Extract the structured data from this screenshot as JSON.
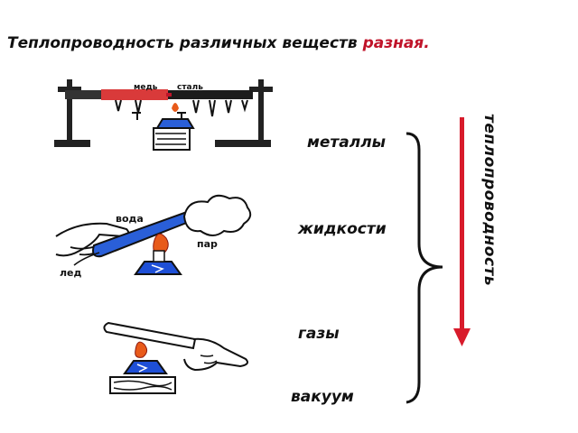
{
  "title": {
    "main": "Теплопроводность различных веществ ",
    "accent": "разная."
  },
  "categories": [
    {
      "label": "металлы"
    },
    {
      "label": "жидкости"
    },
    {
      "label": "газы"
    },
    {
      "label": "вакуум"
    }
  ],
  "axis_label": "теплопроводность",
  "illustration_labels": {
    "copper": "медь",
    "steel": "сталь",
    "water": "вода",
    "steam": "пар",
    "ice": "лед"
  },
  "colors": {
    "accent": "#c0142a",
    "arrow": "#d81b2b",
    "water": "#1e4fd6"
  }
}
